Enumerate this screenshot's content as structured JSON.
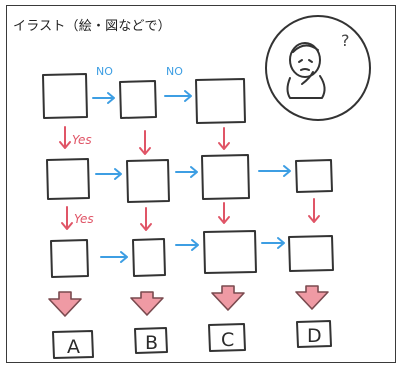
{
  "title": "イラスト（絵・図などで）",
  "diagram": {
    "no_labels": [
      "NO",
      "NO"
    ],
    "yes_labels": [
      "Yes",
      "Yes"
    ],
    "outcomes": [
      "A",
      "B",
      "C",
      "D"
    ],
    "thought_mark": "?"
  },
  "colors": {
    "no_arrow": "#3d9ee3",
    "yes_arrow": "#e05567",
    "outcome_arrow_fill": "#ef9aa4"
  }
}
